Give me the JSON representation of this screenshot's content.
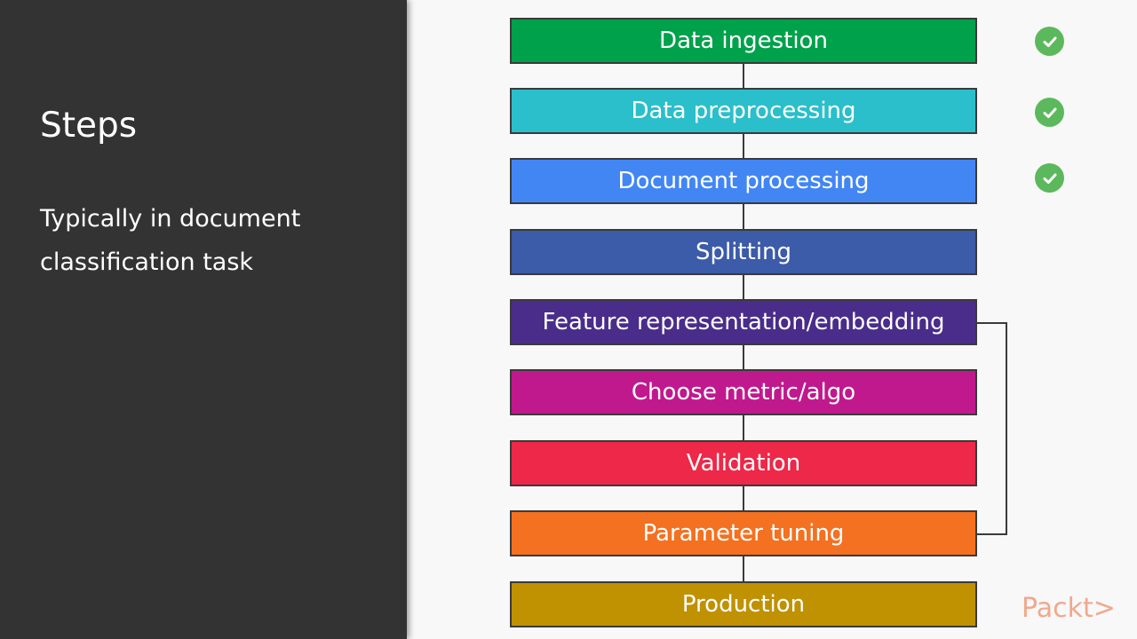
{
  "slide": {
    "title": "Steps",
    "subtitle": "Typically in document classification task"
  },
  "steps": [
    {
      "label": "Data ingestion",
      "color": "#00a14b",
      "done": true
    },
    {
      "label": "Data preprocessing",
      "color": "#2abfca",
      "done": true
    },
    {
      "label": "Document processing",
      "color": "#4286f4",
      "done": true
    },
    {
      "label": "Splitting",
      "color": "#3c5ba8",
      "done": false
    },
    {
      "label": "Feature representation/embedding",
      "color": "#4a2d8a",
      "done": false
    },
    {
      "label": "Choose metric/algo",
      "color": "#c0198e",
      "done": false
    },
    {
      "label": "Validation",
      "color": "#ed2848",
      "done": false
    },
    {
      "label": "Parameter tuning",
      "color": "#f37121",
      "done": false
    },
    {
      "label": "Production",
      "color": "#c09100",
      "done": false
    }
  ],
  "icons": {
    "done": "check-circle-icon"
  },
  "brand": {
    "logo_text": "Packt>",
    "logo_color": "#f1a88e"
  }
}
